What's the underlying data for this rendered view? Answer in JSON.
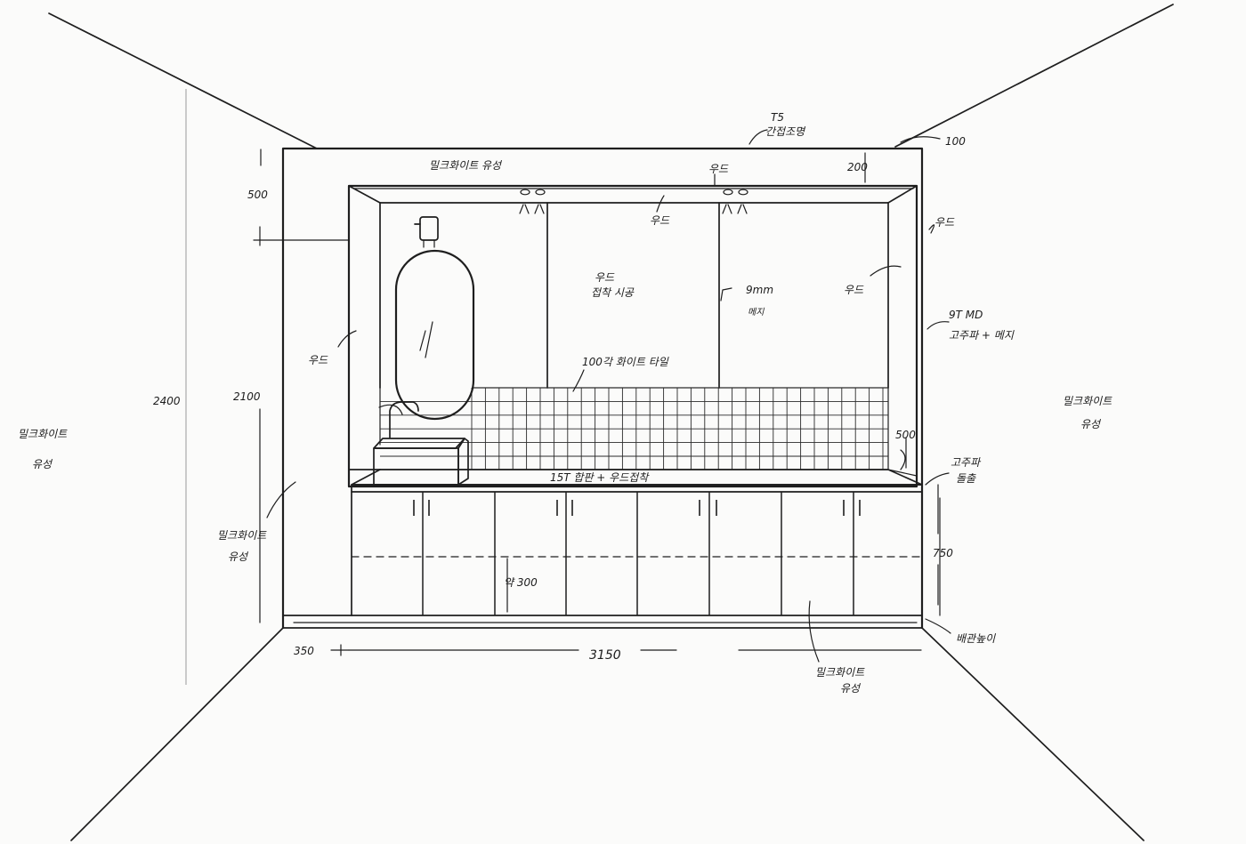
{
  "labels": {
    "ceiling_light": "T5",
    "ceiling_light_desc": "간접조명",
    "wall_top": "밀크화이트 유성",
    "wood_top": "우드",
    "wood_inner_top": "우드",
    "wood_left": "우드",
    "wood_right_outer": "우드",
    "wood_right_inner": "우드",
    "wood_center_a": "우드",
    "wood_center_b": "접착 시공",
    "mm9": "9mm",
    "mm9_sub": "메지",
    "mdf_a": "9T MD",
    "mdf_b": "고주파 + 메지",
    "tile": "100각 화이트 타일",
    "counter": "15T 합판 + 우드접착",
    "right_wall_a": "밀크화이트",
    "right_wall_b": "유성",
    "left_wall_a": "밀크화이트",
    "left_wall_b": "유성",
    "pillar_a": "밀크화이트",
    "pillar_b": "유성",
    "drawer": "약 300",
    "skirting": "배관높이",
    "cab_a": "밀크화이트",
    "cab_b": "유성",
    "rebar_a": "고주파",
    "rebar_b": "돌출"
  },
  "dimensions": {
    "d100": "100",
    "d200": "200",
    "d500_top": "500",
    "d2400": "2400",
    "d2100": "2100",
    "d500_right": "500",
    "d750": "750",
    "d350": "350",
    "d3150": "3150"
  },
  "icons": [
    "mirror-icon",
    "sink-icon",
    "faucet-icon",
    "downlight-icon",
    "wall-sconce-icon"
  ]
}
